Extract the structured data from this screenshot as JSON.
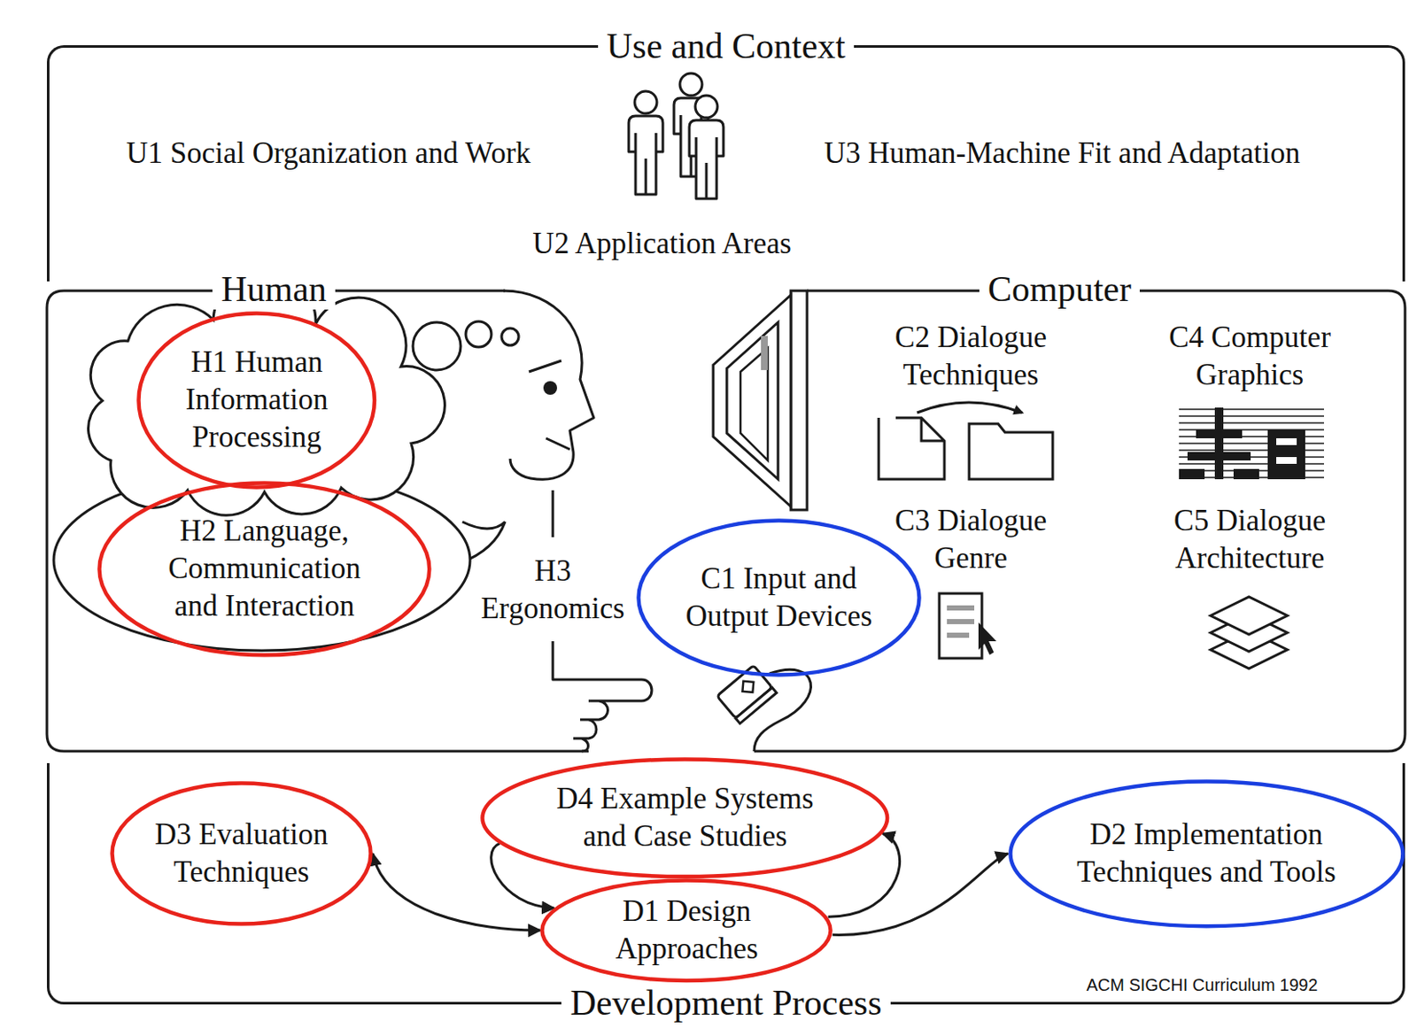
{
  "diagram": {
    "nodes": [
      {
        "text": [
          "Use and Context"
        ]
      },
      {
        "text": [
          "U1 Social Organization and Work"
        ],
        "in": 0
      },
      {
        "text": [
          "U3 Human-Machine Fit and Adaptation"
        ],
        "in": 0
      },
      {
        "text": [
          "U2 Application Areas"
        ],
        "in": 0
      },
      {
        "text": [
          "Human"
        ]
      },
      {
        "text": [
          "H1 Human Information Processing"
        ],
        "in": 4
      },
      {
        "text": [
          "H2 Language, Communication and Interaction"
        ],
        "in": 4
      },
      {
        "text": [
          "H3 Ergonomics"
        ],
        "in": 4
      },
      {
        "text": [
          "Computer"
        ]
      },
      {
        "text": [
          "C1 Input and Output Devices"
        ],
        "in": 8
      },
      {
        "text": [
          "C2 Dialogue Techniques"
        ],
        "in": 8
      },
      {
        "text": [
          "C4 Computer Graphics"
        ],
        "in": 8
      },
      {
        "text": [
          "C3 Dialogue Genre"
        ],
        "in": 8
      },
      {
        "text": [
          "C5 Dialogue Architecture"
        ],
        "in": 8
      },
      {
        "text": [
          "Development Process"
        ]
      },
      {
        "text": [
          "D3 Evaluation Techniques"
        ],
        "in": 14
      },
      {
        "text": [
          "D4 Example Systems and Case Studies"
        ],
        "in": 14
      },
      {
        "text": [
          "D1 Design Approaches"
        ],
        "in": 14
      },
      {
        "text": [
          "D2 Implementation Techniques and Tools"
        ],
        "in": 14
      }
    ],
    "edges": [
      {
        "from": 15,
        "to": 17,
        "arrow": "both"
      },
      {
        "from": 16,
        "to": 17,
        "arrow": "to"
      },
      {
        "from": 17,
        "to": 16,
        "arrow": "to"
      },
      {
        "from": 17,
        "to": 18,
        "arrow": "to"
      }
    ],
    "labels": [
      "ACM SIGCHI Curriculum 1992"
    ]
  }
}
